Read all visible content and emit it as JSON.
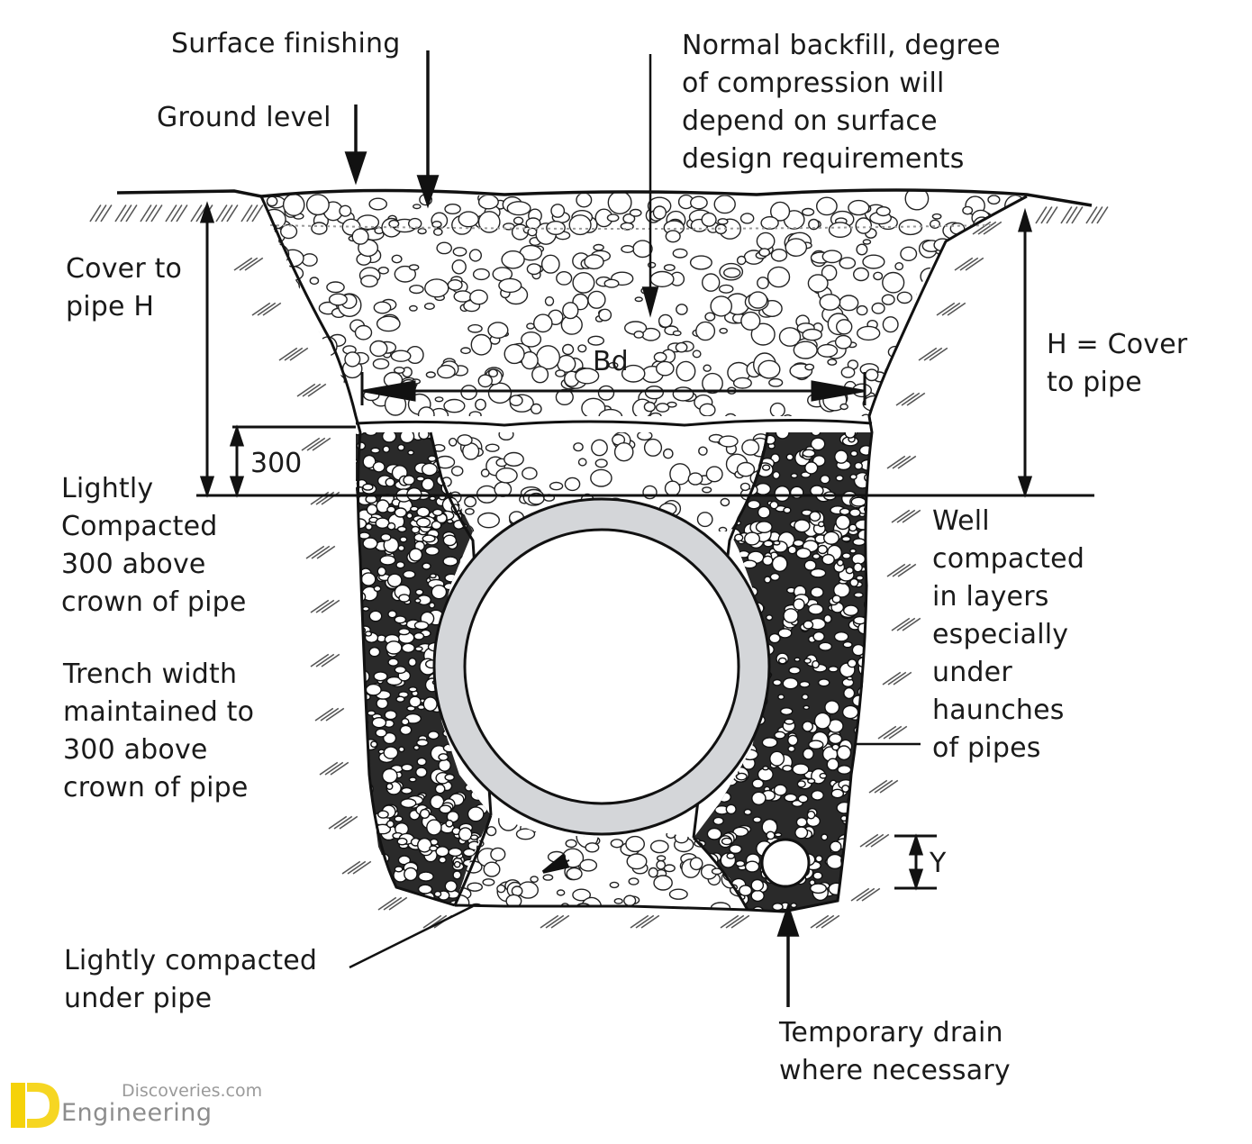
{
  "labels": {
    "surface_finishing": "Surface finishing",
    "ground_level": "Ground level",
    "normal_backfill": "Normal backfill, degree\nof compression will\ndepend on surface\ndesign requirements",
    "cover_to_pipe_left": "Cover to\npipe H",
    "h_cover_right": "H = Cover\nto pipe",
    "bd": "Bd",
    "three_hundred": "300",
    "lightly_compacted_300": "Lightly\nCompacted\n300 above\ncrown of pipe",
    "trench_width": "Trench width\nmaintained to\n300 above\ncrown of pipe",
    "well_compacted": "Well\ncompacted\nin layers\nespecially\nunder\nhaunches\nof pipes",
    "y": "Y",
    "lightly_under_pipe": "Lightly compacted\nunder pipe",
    "temporary_drain": "Temporary drain\nwhere necessary"
  },
  "watermark": {
    "site": "Discoveries.com",
    "name": "Engineering",
    "logo_letters": "ED"
  },
  "colors": {
    "ink": "#111111",
    "pipe_wall": "#d4d6d9",
    "logo_yellow": "#f5d20a"
  }
}
